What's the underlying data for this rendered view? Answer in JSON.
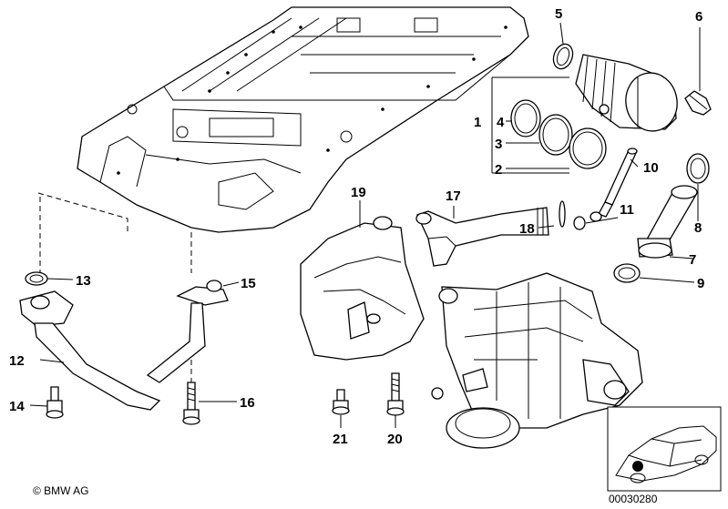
{
  "diagram": {
    "callouts": [
      "1",
      "2",
      "3",
      "4",
      "5",
      "6",
      "7",
      "8",
      "9",
      "10",
      "11",
      "12",
      "13",
      "14",
      "15",
      "16",
      "17",
      "18",
      "19",
      "20",
      "21"
    ],
    "copyright": "© BMW AG",
    "drawing_number": "00030280"
  },
  "colors": {
    "line": "#000000",
    "background": "#ffffff",
    "shading": "#e9e9e9"
  }
}
